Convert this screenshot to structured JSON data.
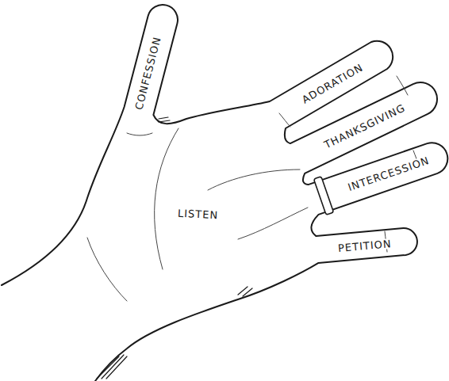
{
  "diagram": {
    "labels": [
      "CONFESSION",
      "ADORATION",
      "THANKSGIVING",
      "INTERCESSION",
      "PETITION",
      "LISTEN"
    ]
  }
}
